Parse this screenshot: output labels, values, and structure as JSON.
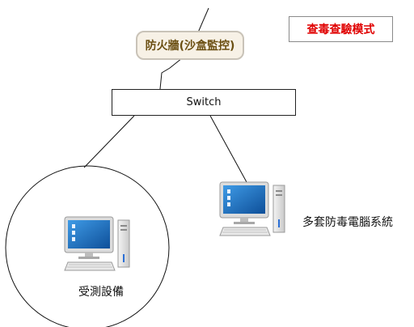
{
  "diagram": {
    "firewall": {
      "label": "防火牆(沙盒監控)"
    },
    "mode_badge": {
      "label": "查毒查驗模式"
    },
    "switch": {
      "label": "Switch"
    },
    "device_under_test": {
      "label": "受測設備",
      "icon": "desktop-computer-icon"
    },
    "antivirus_systems": {
      "label": "多套防毒電腦系統",
      "icon": "desktop-computer-icon"
    }
  },
  "colors": {
    "firewall_fill": "#f7f1e6",
    "firewall_text": "#6b4f12",
    "mode_text": "#e00000",
    "monitor_screen": "#1f6fbf"
  }
}
